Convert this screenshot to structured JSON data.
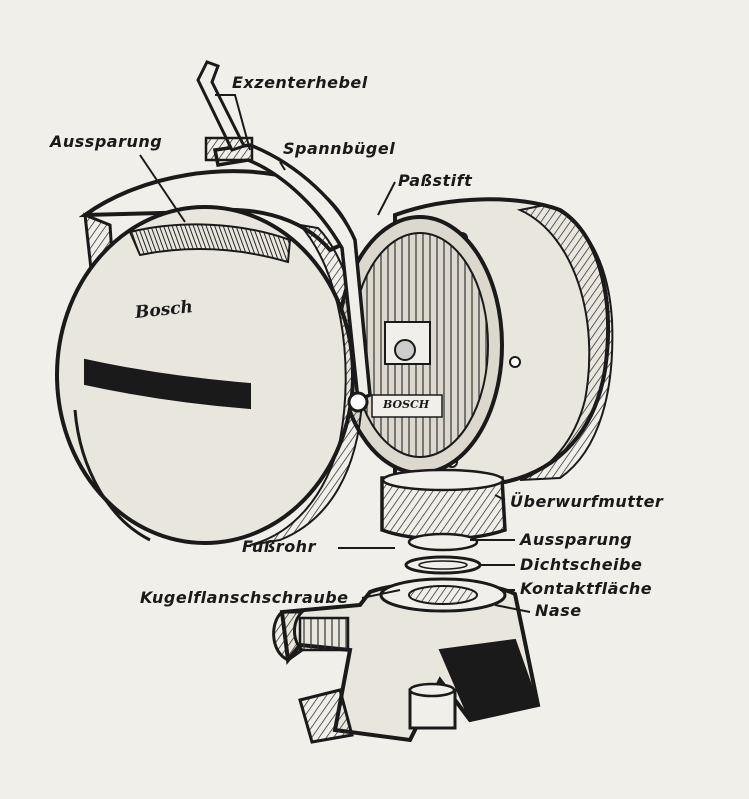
{
  "diagram": {
    "labels": {
      "exzenterhebel": "Exzenterhebel",
      "aussparung_top": "Aussparung",
      "spannbuegel": "Spannbügel",
      "passstift": "Paßstift",
      "ueberwurfmutter": "Überwurfmutter",
      "fussrohr": "Fußrohr",
      "aussparung_bottom": "Aussparung",
      "dichtscheibe": "Dichtscheibe",
      "kugelflanschschraube": "Kugelflanschschraube",
      "kontaktflaeche": "Kontaktfläche",
      "nase": "Nase"
    },
    "brand_cap": "Bosch",
    "brand_lens": "BOSCH",
    "colors": {
      "ink": "#1a1a1a",
      "paper": "#f1efe9"
    }
  }
}
